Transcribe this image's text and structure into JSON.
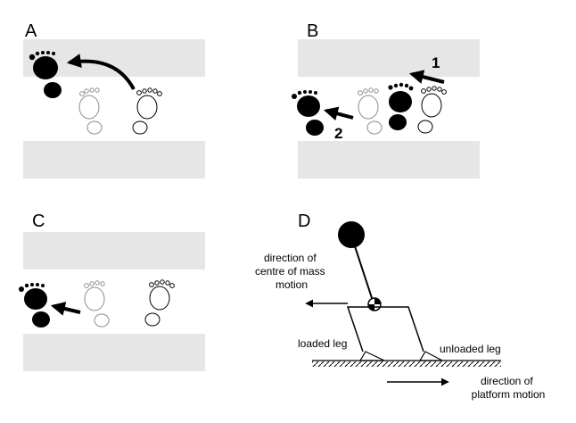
{
  "panels": {
    "a": {
      "letter": "A"
    },
    "b": {
      "letter": "B",
      "step1": "1",
      "step2": "2"
    },
    "c": {
      "letter": "C"
    },
    "d": {
      "letter": "D",
      "com_direction": [
        "direction of",
        "centre of mass",
        "motion"
      ],
      "loaded_leg": "loaded leg",
      "unloaded_leg": "unloaded leg",
      "platform_direction": [
        "direction of",
        "platform motion"
      ]
    }
  },
  "colors": {
    "band": "#e6e6e6",
    "ink": "#000000",
    "ghost": "#8c8c8c"
  }
}
